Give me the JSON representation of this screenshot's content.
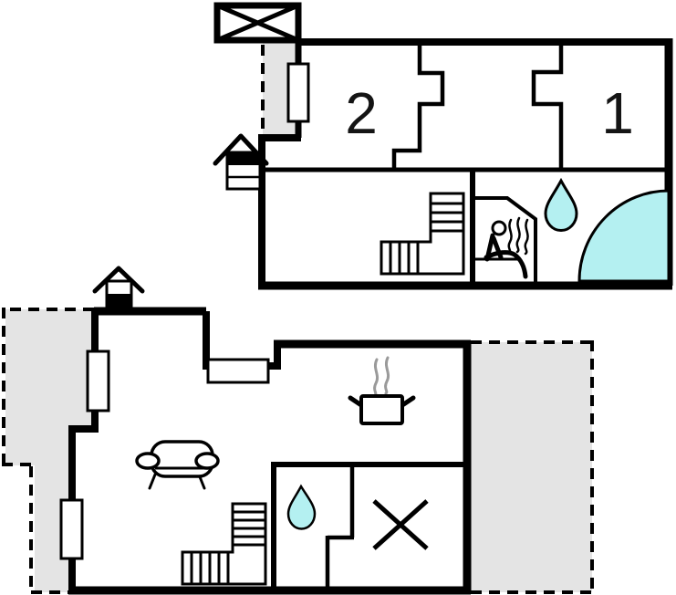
{
  "diagram": {
    "type": "holiday-home-floor-plan",
    "floors": [
      {
        "name": "upper-floor",
        "rooms": [
          {
            "id": "bedroom-1",
            "label": "1"
          },
          {
            "id": "bedroom-2",
            "label": "2"
          }
        ],
        "features": [
          "crossed-skylight",
          "balcony-terrace",
          "window",
          "chimney",
          "l-shaped-staircase",
          "sauna",
          "water-drop",
          "corner-shower"
        ]
      },
      {
        "name": "ground-floor",
        "rooms": [],
        "features": [
          "terrace-left",
          "terrace-right",
          "chimney",
          "windows",
          "sofa",
          "cooking-pot",
          "l-shaped-staircase",
          "water-drop",
          "crossed-room"
        ]
      }
    ]
  },
  "labels": {
    "bedroom1": "1",
    "bedroom2": "2"
  },
  "colors": {
    "water": "#b4f0f1",
    "terrace": "#e4e4e4",
    "wall": "#000000",
    "steam": "#9a9a9a"
  }
}
